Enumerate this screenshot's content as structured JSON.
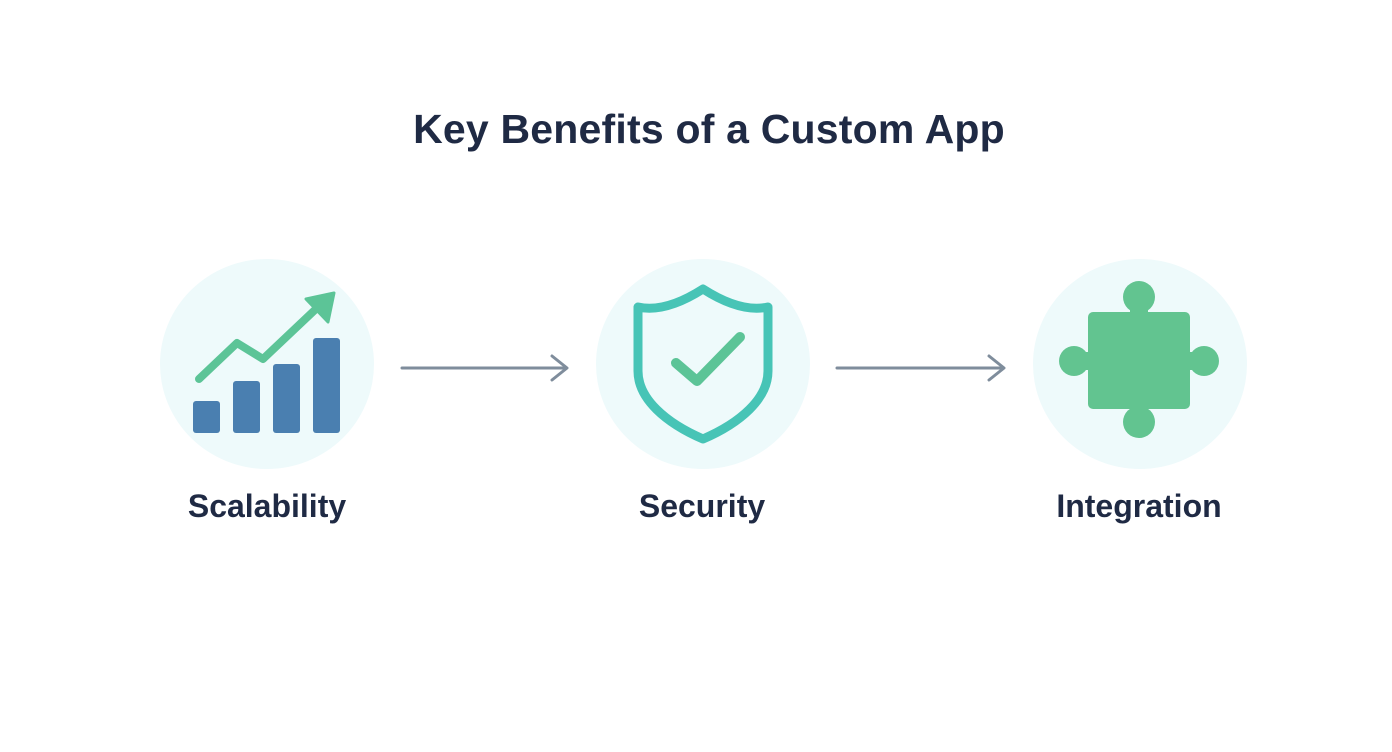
{
  "title": "Key Benefits of a Custom App",
  "benefits": [
    {
      "label": "Scalability",
      "icon": "growth-chart-icon"
    },
    {
      "label": "Security",
      "icon": "shield-check-icon"
    },
    {
      "label": "Integration",
      "icon": "puzzle-piece-icon"
    }
  ],
  "colors": {
    "title_text": "#1f2a44",
    "circle_fill": "#eefafb",
    "bar_blue": "#4a7fb0",
    "arrow_green": "#5cc497",
    "shield_teal": "#47c4b6",
    "check_green": "#5cc497",
    "puzzle_green": "#62c490",
    "connector_gray": "#7f8d9c"
  }
}
